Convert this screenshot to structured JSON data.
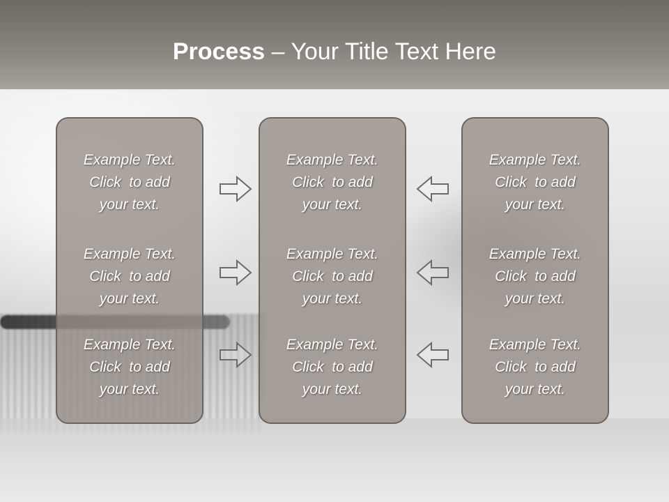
{
  "slide": {
    "title_bold": "Process",
    "title_rest": " – Your Title Text Here",
    "panels": [
      {
        "blocks": [
          {
            "line1": "Example Text.",
            "line2": "Click  to add",
            "line3": "your text."
          },
          {
            "line1": "Example Text.",
            "line2": "Click  to add",
            "line3": "your text."
          },
          {
            "line1": "Example Text.",
            "line2": "Click  to add",
            "line3": "your text."
          }
        ]
      },
      {
        "blocks": [
          {
            "line1": "Example Text.",
            "line2": "Click  to add",
            "line3": "your text."
          },
          {
            "line1": "Example Text.",
            "line2": "Click  to add",
            "line3": "your text."
          },
          {
            "line1": "Example Text.",
            "line2": "Click  to add",
            "line3": "your text."
          }
        ]
      },
      {
        "blocks": [
          {
            "line1": "Example Text.",
            "line2": "Click  to add",
            "line3": "your text."
          },
          {
            "line1": "Example Text.",
            "line2": "Click  to add",
            "line3": "your text."
          },
          {
            "line1": "Example Text.",
            "line2": "Click  to add",
            "line3": "your text."
          }
        ]
      }
    ],
    "arrows": {
      "left_group": [
        "right-arrow-icon",
        "right-arrow-icon",
        "right-arrow-icon"
      ],
      "right_group": [
        "left-arrow-icon",
        "left-arrow-icon",
        "left-arrow-icon"
      ]
    },
    "colors": {
      "header": "#8c8680",
      "panel_fill": "#968c84",
      "panel_border": "#6a6560",
      "text": "#ffffff"
    }
  }
}
